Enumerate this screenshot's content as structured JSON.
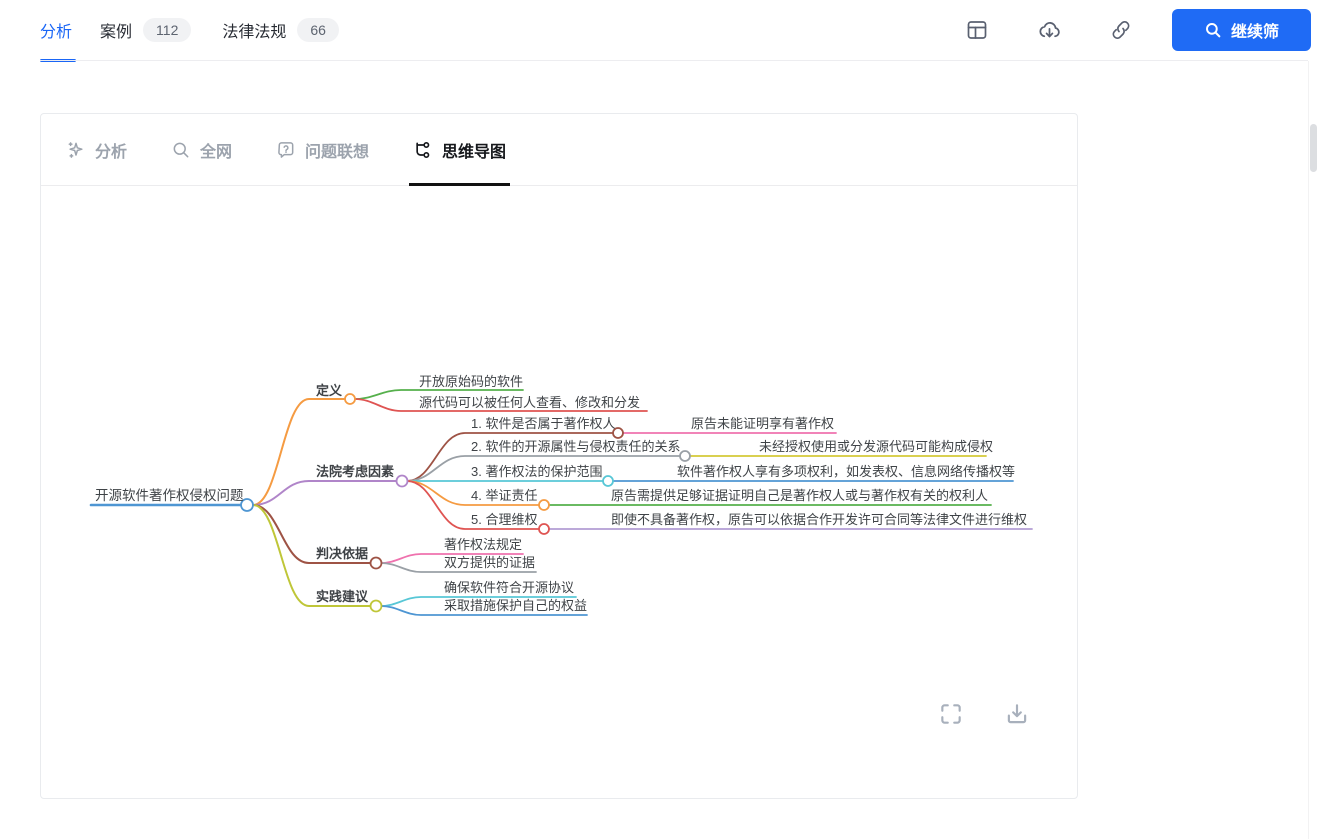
{
  "header": {
    "tabs": [
      {
        "label": "分析",
        "active": true
      },
      {
        "label": "案例",
        "badge": "112",
        "active": false
      },
      {
        "label": "法律法规",
        "badge": "66",
        "active": false
      }
    ],
    "action_icons": [
      "layout-table-icon",
      "cloud-download-icon",
      "link-icon"
    ],
    "cta_label": "继续筛"
  },
  "panel": {
    "tabs": [
      {
        "label": "分析",
        "icon": "sparkles-icon",
        "active": false
      },
      {
        "label": "全网",
        "icon": "search-icon",
        "active": false
      },
      {
        "label": "问题联想",
        "icon": "question-bubble-icon",
        "active": false
      },
      {
        "label": "思维导图",
        "icon": "mindmap-icon",
        "active": true
      }
    ],
    "tool_icons": [
      "fullscreen-icon",
      "download-icon"
    ]
  },
  "mindmap": {
    "root": {
      "label": "开源软件著作权侵权问题"
    },
    "branches": [
      {
        "label": "定义",
        "children": [
          {
            "label": "开放原始码的软件"
          },
          {
            "label": "源代码可以被任何人查看、修改和分发"
          }
        ]
      },
      {
        "label": "法院考虑因素",
        "children": [
          {
            "label": "1. 软件是否属于著作权人",
            "children": [
              {
                "label": "原告未能证明享有著作权"
              }
            ]
          },
          {
            "label": "2. 软件的开源属性与侵权责任的关系",
            "children": [
              {
                "label": "未经授权使用或分发源代码可能构成侵权"
              }
            ]
          },
          {
            "label": "3. 著作权法的保护范围",
            "children": [
              {
                "label": "软件著作权人享有多项权利，如发表权、信息网络传播权等"
              }
            ]
          },
          {
            "label": "4. 举证责任",
            "children": [
              {
                "label": "原告需提供足够证据证明自己是著作权人或与著作权有关的权利人"
              }
            ]
          },
          {
            "label": "5. 合理维权",
            "children": [
              {
                "label": "即使不具备著作权，原告可以依据合作开发许可合同等法律文件进行维权"
              }
            ]
          }
        ]
      },
      {
        "label": "判决依据",
        "children": [
          {
            "label": "著作权法规定"
          },
          {
            "label": "双方提供的证据"
          }
        ]
      },
      {
        "label": "实践建议",
        "children": [
          {
            "label": "确保软件符合开源协议"
          },
          {
            "label": "采取措施保护自己的权益"
          }
        ]
      }
    ]
  },
  "colors": {
    "accent": "#1a66f6",
    "blue": "#4e96d3",
    "orange": "#f59b42",
    "purple": "#b085c9",
    "brown": "#9e5345",
    "olive": "#bfc638",
    "green": "#56b04c",
    "red": "#df5452",
    "pink": "#ef72ae",
    "yellow": "#d4c938",
    "gray": "#9aa0a6",
    "cyan": "#58c7d6",
    "leafBlue": "#4e96d3",
    "leafPurple": "#b39dd4"
  }
}
